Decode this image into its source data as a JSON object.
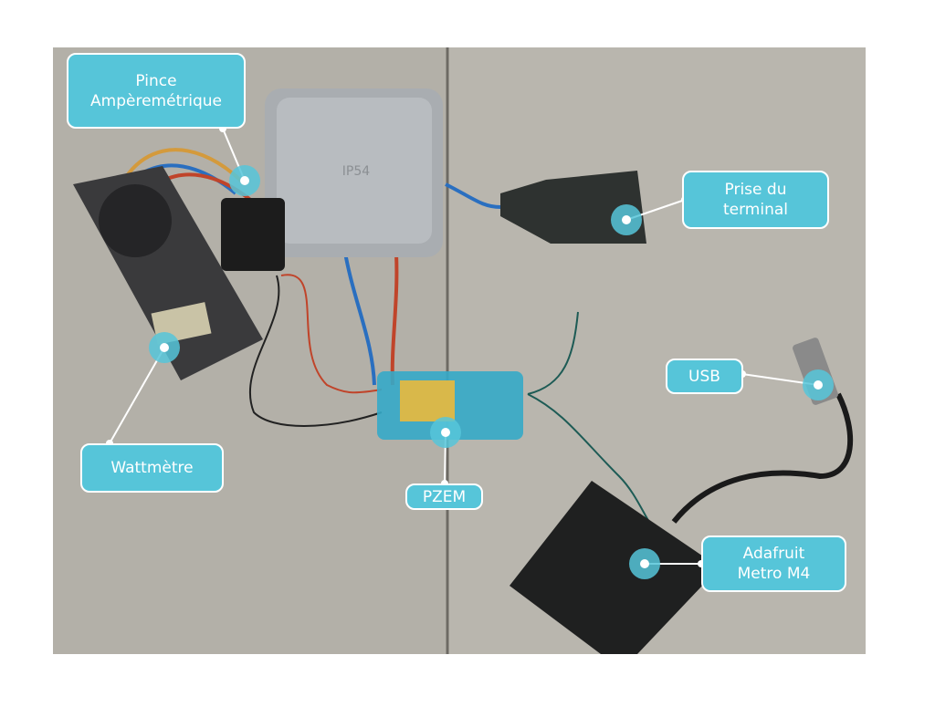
{
  "labels": {
    "clamp": {
      "line1": "Pince",
      "line2": "Ampèremétrique"
    },
    "plug": {
      "line1": "Prise du",
      "line2": "terminal"
    },
    "usb": "USB",
    "wattmeter": "Wattmètre",
    "pzem": "PZEM",
    "board": {
      "line1": "Adafruit",
      "line2": "Metro M4"
    }
  },
  "box_marking": "IP54",
  "colors": {
    "label_fill": "#56c5d9",
    "label_border": "#ffffff",
    "marker": "#56c5d9"
  }
}
